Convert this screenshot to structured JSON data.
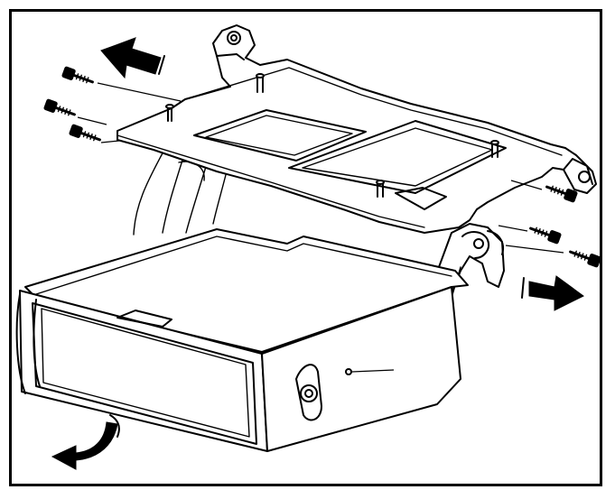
{
  "figure": {
    "kind": "exploded-assembly-illustration",
    "parts": [
      "mounting-bracket",
      "radio-unit",
      "bolt",
      "arrow"
    ],
    "colors": {
      "line": "#000000",
      "background": "#ffffff"
    }
  }
}
